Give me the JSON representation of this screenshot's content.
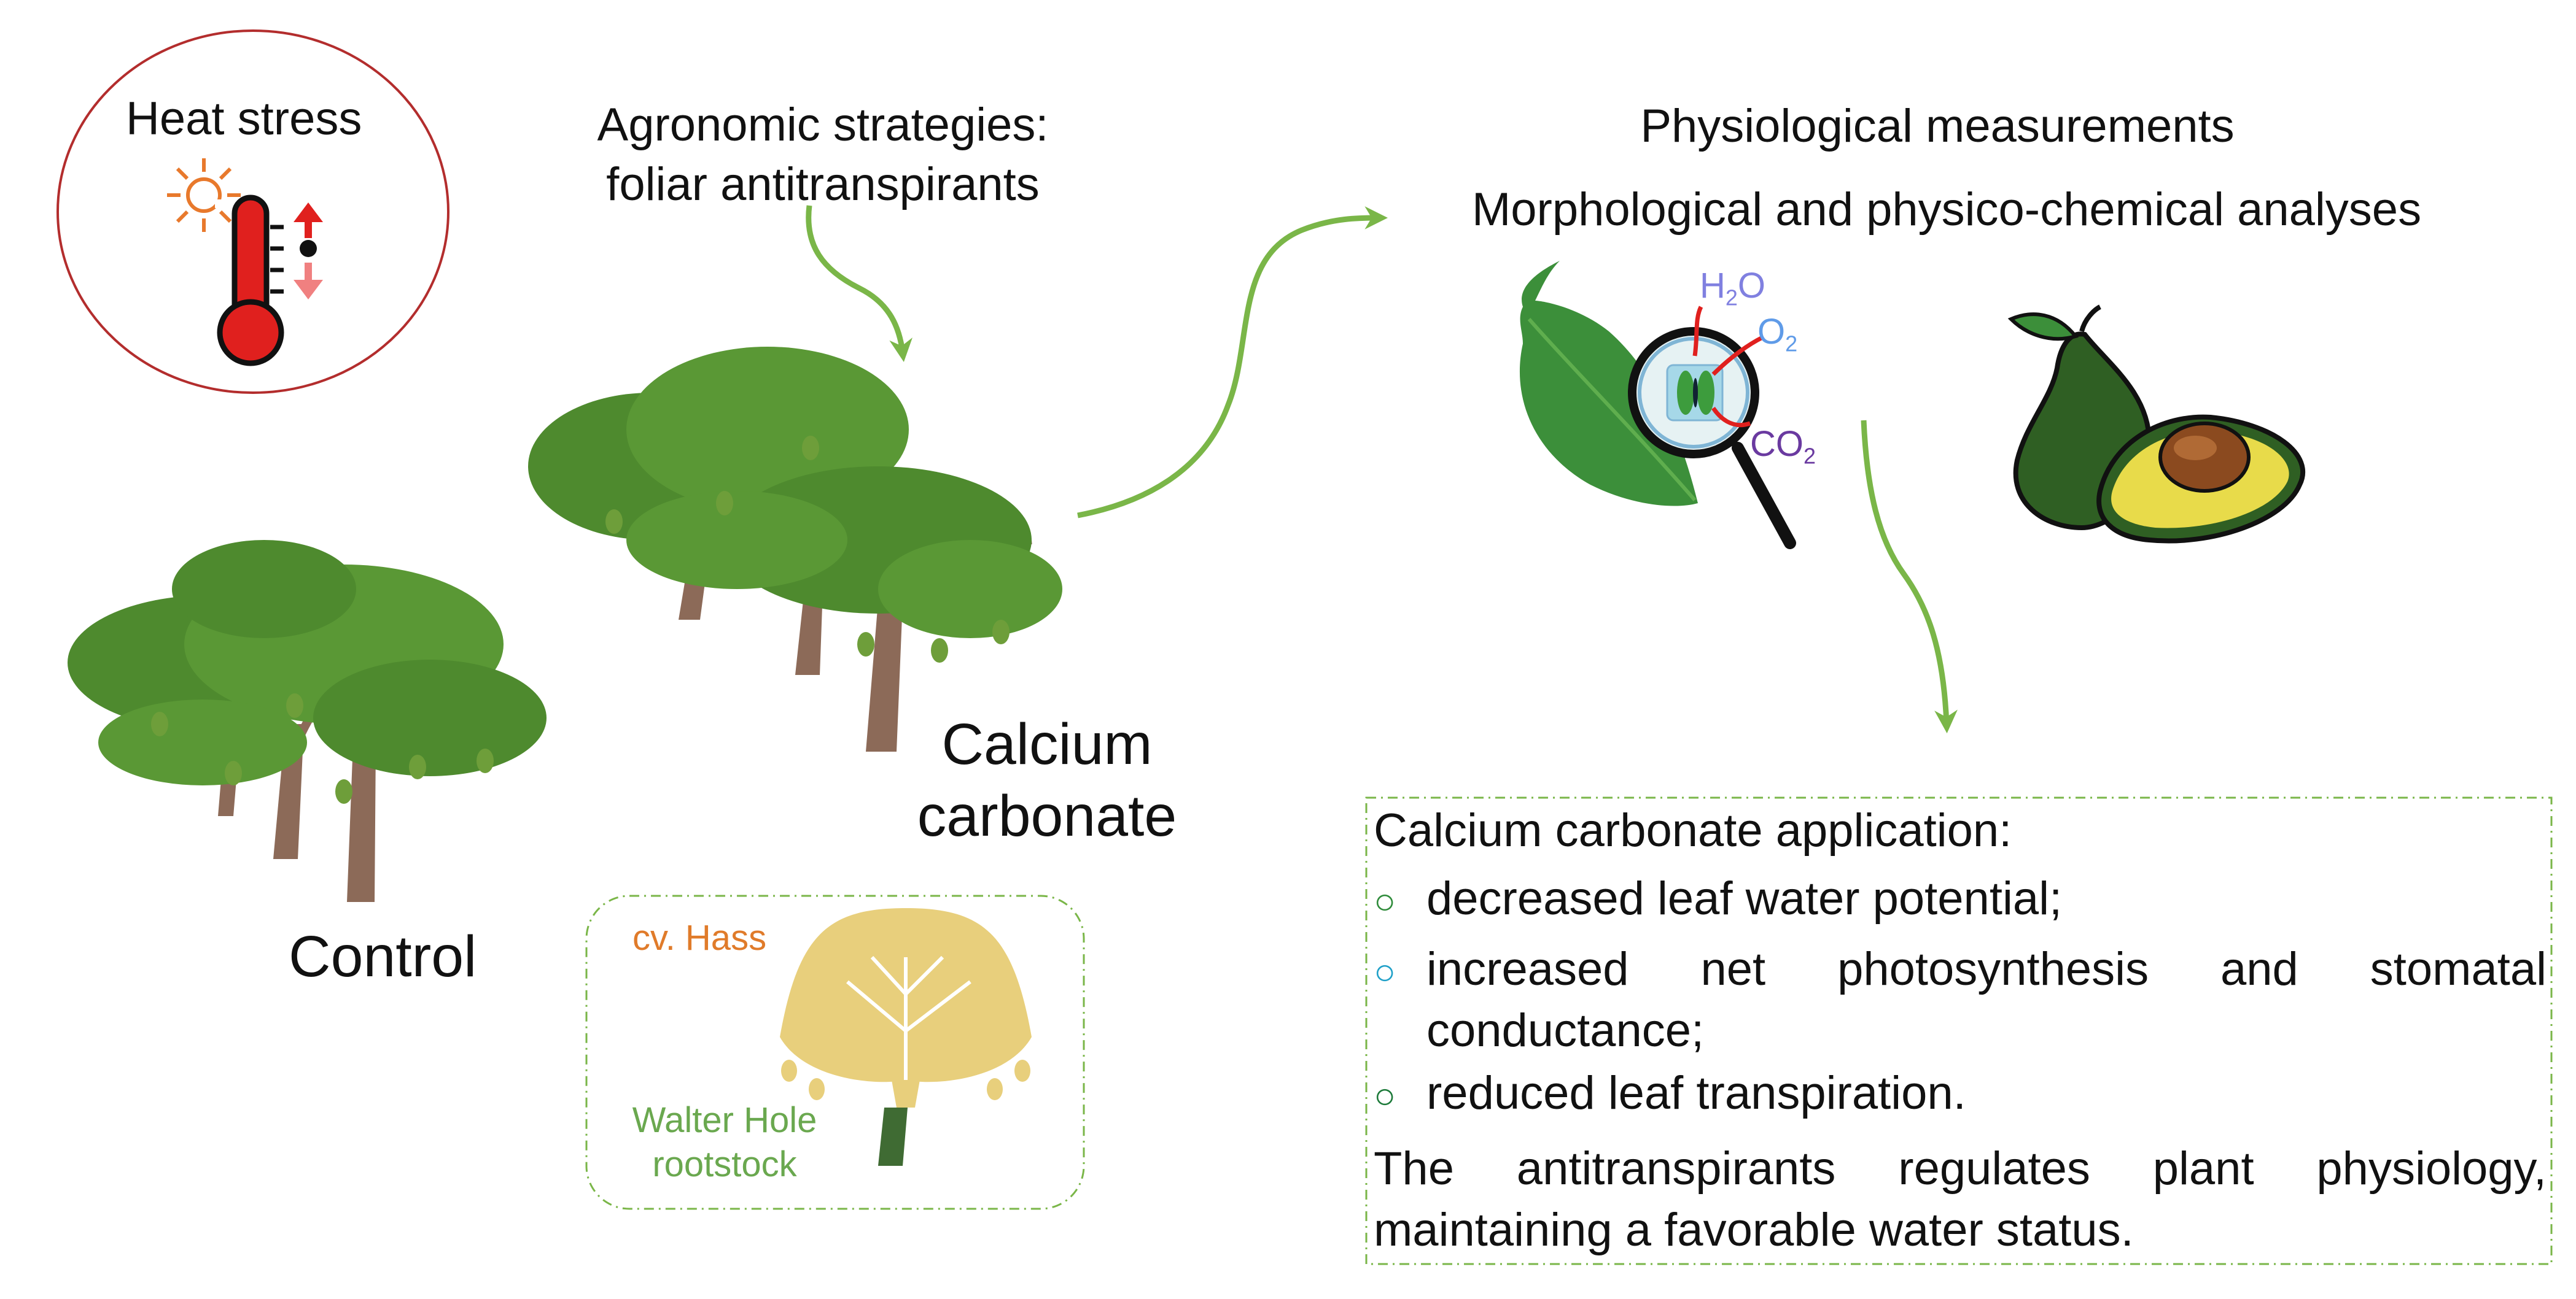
{
  "heat_stress": {
    "title": "Heat stress"
  },
  "strategies": {
    "line1": "Agronomic strategies:",
    "line2": "foliar antitranspirants"
  },
  "measurements": {
    "line1": "Physiological measurements",
    "line2": "Morphological and physico-chemical analyses"
  },
  "gases": {
    "h2o_main": "H",
    "h2o_sub": "2",
    "h2o_tail": "O",
    "o2_main": "O",
    "o2_sub": "2",
    "co2_main": "CO",
    "co2_sub": "2"
  },
  "treatment": {
    "line1": "Calcium",
    "line2": "carbonate"
  },
  "control": {
    "label": "Control"
  },
  "cultivar": {
    "scion": "cv. Hass",
    "rootstock_line1": "Walter Hole",
    "rootstock_line2": "rootstock"
  },
  "summary": {
    "heading": "Calcium carbonate application:",
    "items": [
      {
        "bullet": "○",
        "text": "decreased leaf water potential;"
      },
      {
        "bullet": "○",
        "text": "increased net photosynthesis and stomatal conductance;"
      },
      {
        "bullet": "○",
        "text": "reduced leaf transpiration."
      }
    ],
    "conclusion": "The antitranspirants regulates plant physiology, maintaining a favorable water status."
  },
  "colors": {
    "arrow_green": "#7ab648",
    "tree_leaf": "#4e8a2e",
    "tree_trunk": "#8c6a58",
    "heat_circle": "#b32d2d",
    "thermometer_red": "#e0201e",
    "sun_orange": "#e8792c",
    "cultivar_tree": "#e8cf7c",
    "rootstock_dark": "#3f6b33",
    "avocado_dark": "#2f5f23",
    "avocado_flesh": "#e8db4a",
    "avocado_pit": "#8b4a1f",
    "bullet_green": "#2e8b3a",
    "bullet_teal": "#1fa0c8",
    "bullet_dark_green": "#1d7a3a"
  },
  "icons": [
    "sun-icon",
    "thermometer-icon",
    "up-arrow-icon",
    "down-arrow-icon",
    "leaf-icon",
    "magnifier-icon",
    "stomata-icon",
    "avocado-icon",
    "tree-icon"
  ]
}
